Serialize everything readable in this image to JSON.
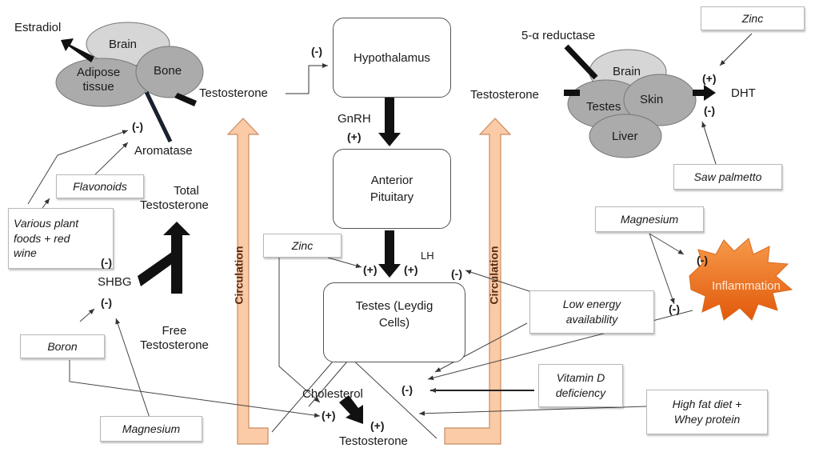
{
  "colors": {
    "circulation_fill": "#fbcaa6",
    "circulation_stroke": "#c98c62",
    "cloud_light": "#d6d6d6",
    "cloud_dark": "#a9a9a9",
    "inflammation_fill": "#f07a1e"
  },
  "left_cluster": {
    "estradiol": "Estradiol",
    "brain": "Brain",
    "adipose": "Adipose tissue",
    "adipose_line1": "Adipose",
    "adipose_line2": "tissue",
    "bone": "Bone",
    "testosterone": "Testosterone",
    "aromatase": "Aromatase",
    "aromatase_sign": "(-)"
  },
  "right_cluster": {
    "reductase": "5-α reductase",
    "testosterone": "Testosterone",
    "brain": "Brain",
    "testes": "Testes",
    "skin": "Skin",
    "liver": "Liver",
    "dht": "DHT",
    "plus": "(+)",
    "minus": "(-)",
    "zinc": "Zinc",
    "saw_palmetto": "Saw palmetto"
  },
  "axis": {
    "feedback_sign": "(-)",
    "hypothalamus": "Hypothalamus",
    "gnrh": "GnRH",
    "gnrh_sign": "(+)",
    "pituitary_line1": "Anterior",
    "pituitary_line2": "Pituitary",
    "lh": "LH",
    "lh_sign_left": "(+)",
    "lh_sign_right": "(+)",
    "testes_minus": "(-)",
    "testes_line1": "Testes (Leydig",
    "testes_line2": "Cells)",
    "cholesterol": "Cholesterol",
    "chol_plus": "(+)",
    "test_plus": "(+)",
    "testosterone": "Testosterone",
    "bottom_minus": "(-)"
  },
  "circulation": {
    "left": "Circulation",
    "right": "Circulation"
  },
  "shbg_area": {
    "flavonoids": "Flavonoids",
    "plant_foods": [
      "Various plant",
      "foods + red",
      "wine"
    ],
    "total_line1": "Total",
    "total_line2": "Testosterone",
    "shbg": "SHBG",
    "shbg_top_sign": "(-)",
    "shbg_bottom_sign": "(-)",
    "free_line1": "Free",
    "free_line2": "Testosterone",
    "boron": "Boron",
    "magnesium": "Magnesium"
  },
  "right_notes": {
    "magnesium": "Magnesium",
    "mag_sign1": "(-)",
    "mag_sign2": "(-)",
    "inflammation": "Inflammation",
    "low_energy_line1": "Low energy",
    "low_energy_line2": "availability",
    "vitd_line1": "Vitamin D",
    "vitd_line2": "deficiency",
    "hfd_line1": "High fat diet +",
    "hfd_line2": "Whey protein",
    "zinc_mid": "Zinc"
  }
}
